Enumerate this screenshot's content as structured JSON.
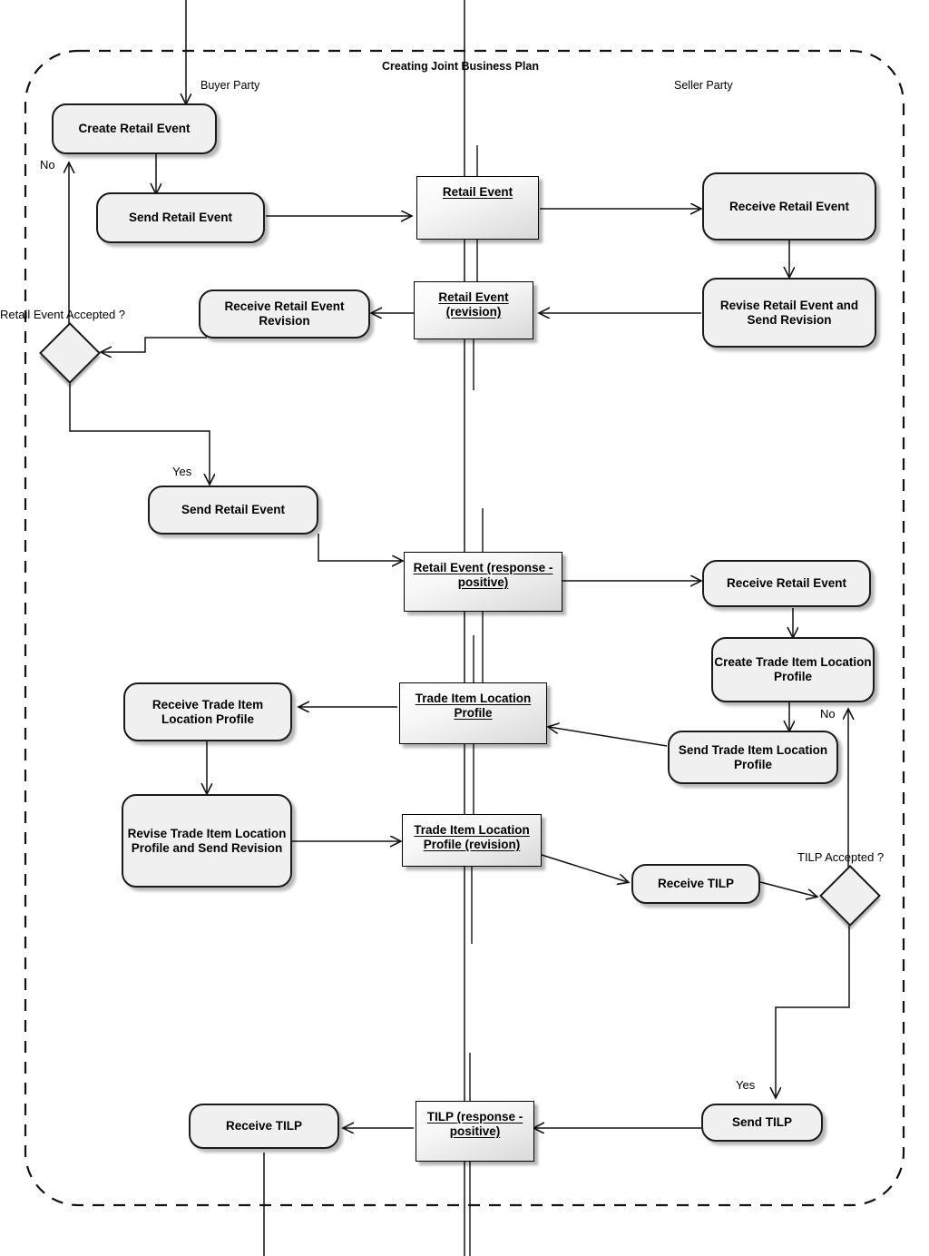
{
  "diagram": {
    "type": "uml-activity-diagram",
    "frame_title": "Creating Joint Business Plan",
    "swimlanes": [
      {
        "name": "buyer",
        "label": "Buyer Party"
      },
      {
        "name": "seller",
        "label": "Seller Party"
      }
    ]
  },
  "actions": {
    "create_retail_event": "Create Retail Event",
    "send_retail_event_1": "Send Retail Event",
    "receive_retail_event_1": "Receive Retail Event",
    "revise_retail_event_send_revision": "Revise Retail Event and Send Revision",
    "receive_retail_event_revision": "Receive Retail Event Revision",
    "send_retail_event_2": "Send Retail Event",
    "receive_retail_event_2": "Receive Retail Event",
    "create_tilp": "Create Trade Item Location Profile",
    "send_tilp": "Send Trade Item Location Profile",
    "receive_tilp_profile": "Receive Trade Item Location Profile",
    "revise_tilp_send_revision": "Revise Trade Item Location Profile and Send Revision",
    "receive_tilp_1": "Receive TILP",
    "send_tilp_final": "Send TILP",
    "receive_tilp_2": "Receive TILP"
  },
  "objects": {
    "retail_event": "Retail Event",
    "retail_event_revision_l1": "Retail Event ",
    "retail_event_revision_l2": "(revision)",
    "retail_event_response_l1": "Retail Event (response -",
    "retail_event_response_l2": "positive)",
    "tilp_l1": "Trade Item Location ",
    "tilp_l2": "Profile",
    "tilp_revision_l1": "Trade Item Location ",
    "tilp_revision_l2": "Profile (revision)",
    "tilp_response_l1": "TILP (response -",
    "tilp_response_l2": "positive)"
  },
  "decisions": {
    "retail_event_accepted": "Retail Event Accepted ?",
    "tilp_accepted": "TILP Accepted ?"
  },
  "guards": {
    "retail_no": "No",
    "retail_yes": "Yes",
    "tilp_no": "No",
    "tilp_yes": "Yes"
  },
  "colors": {
    "node_fill": "#f0f0f0",
    "object_fill_light": "#ffffff",
    "object_fill_dark": "#d9d9d9",
    "stroke": "#1a1a1a",
    "background": "#ffffff"
  }
}
